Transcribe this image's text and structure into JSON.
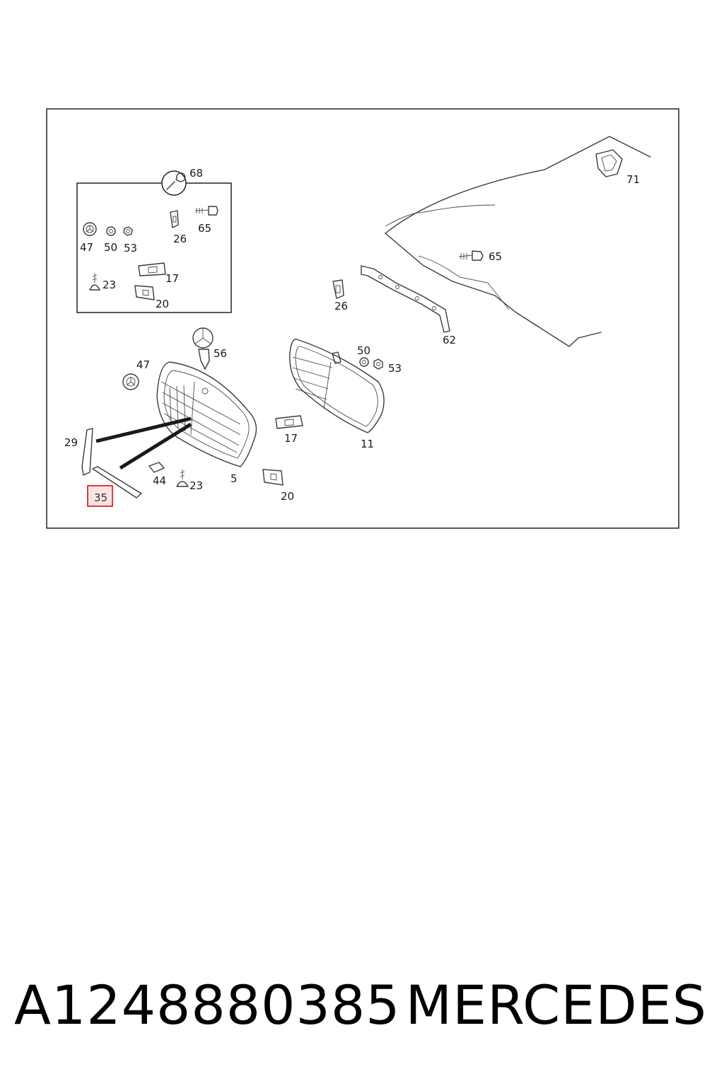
{
  "diagram": {
    "callouts": {
      "c68": "68",
      "c47a": "47",
      "c50a": "50",
      "c53a": "53",
      "c26a": "26",
      "c65a": "65",
      "c23a": "23",
      "c17a": "17",
      "c20a": "20",
      "c71": "71",
      "c65b": "65",
      "c26b": "26",
      "c62": "62",
      "c56": "56",
      "c47b": "47",
      "c50b": "50",
      "c53b": "53",
      "c17b": "17",
      "c11": "11",
      "c29": "29",
      "c44": "44",
      "c23b": "23",
      "c5": "5",
      "c20b": "20",
      "c35": "35"
    },
    "highlight_color": "#e3242b"
  },
  "caption": {
    "part_number": "A1248880385",
    "brand": "MERCEDES"
  }
}
